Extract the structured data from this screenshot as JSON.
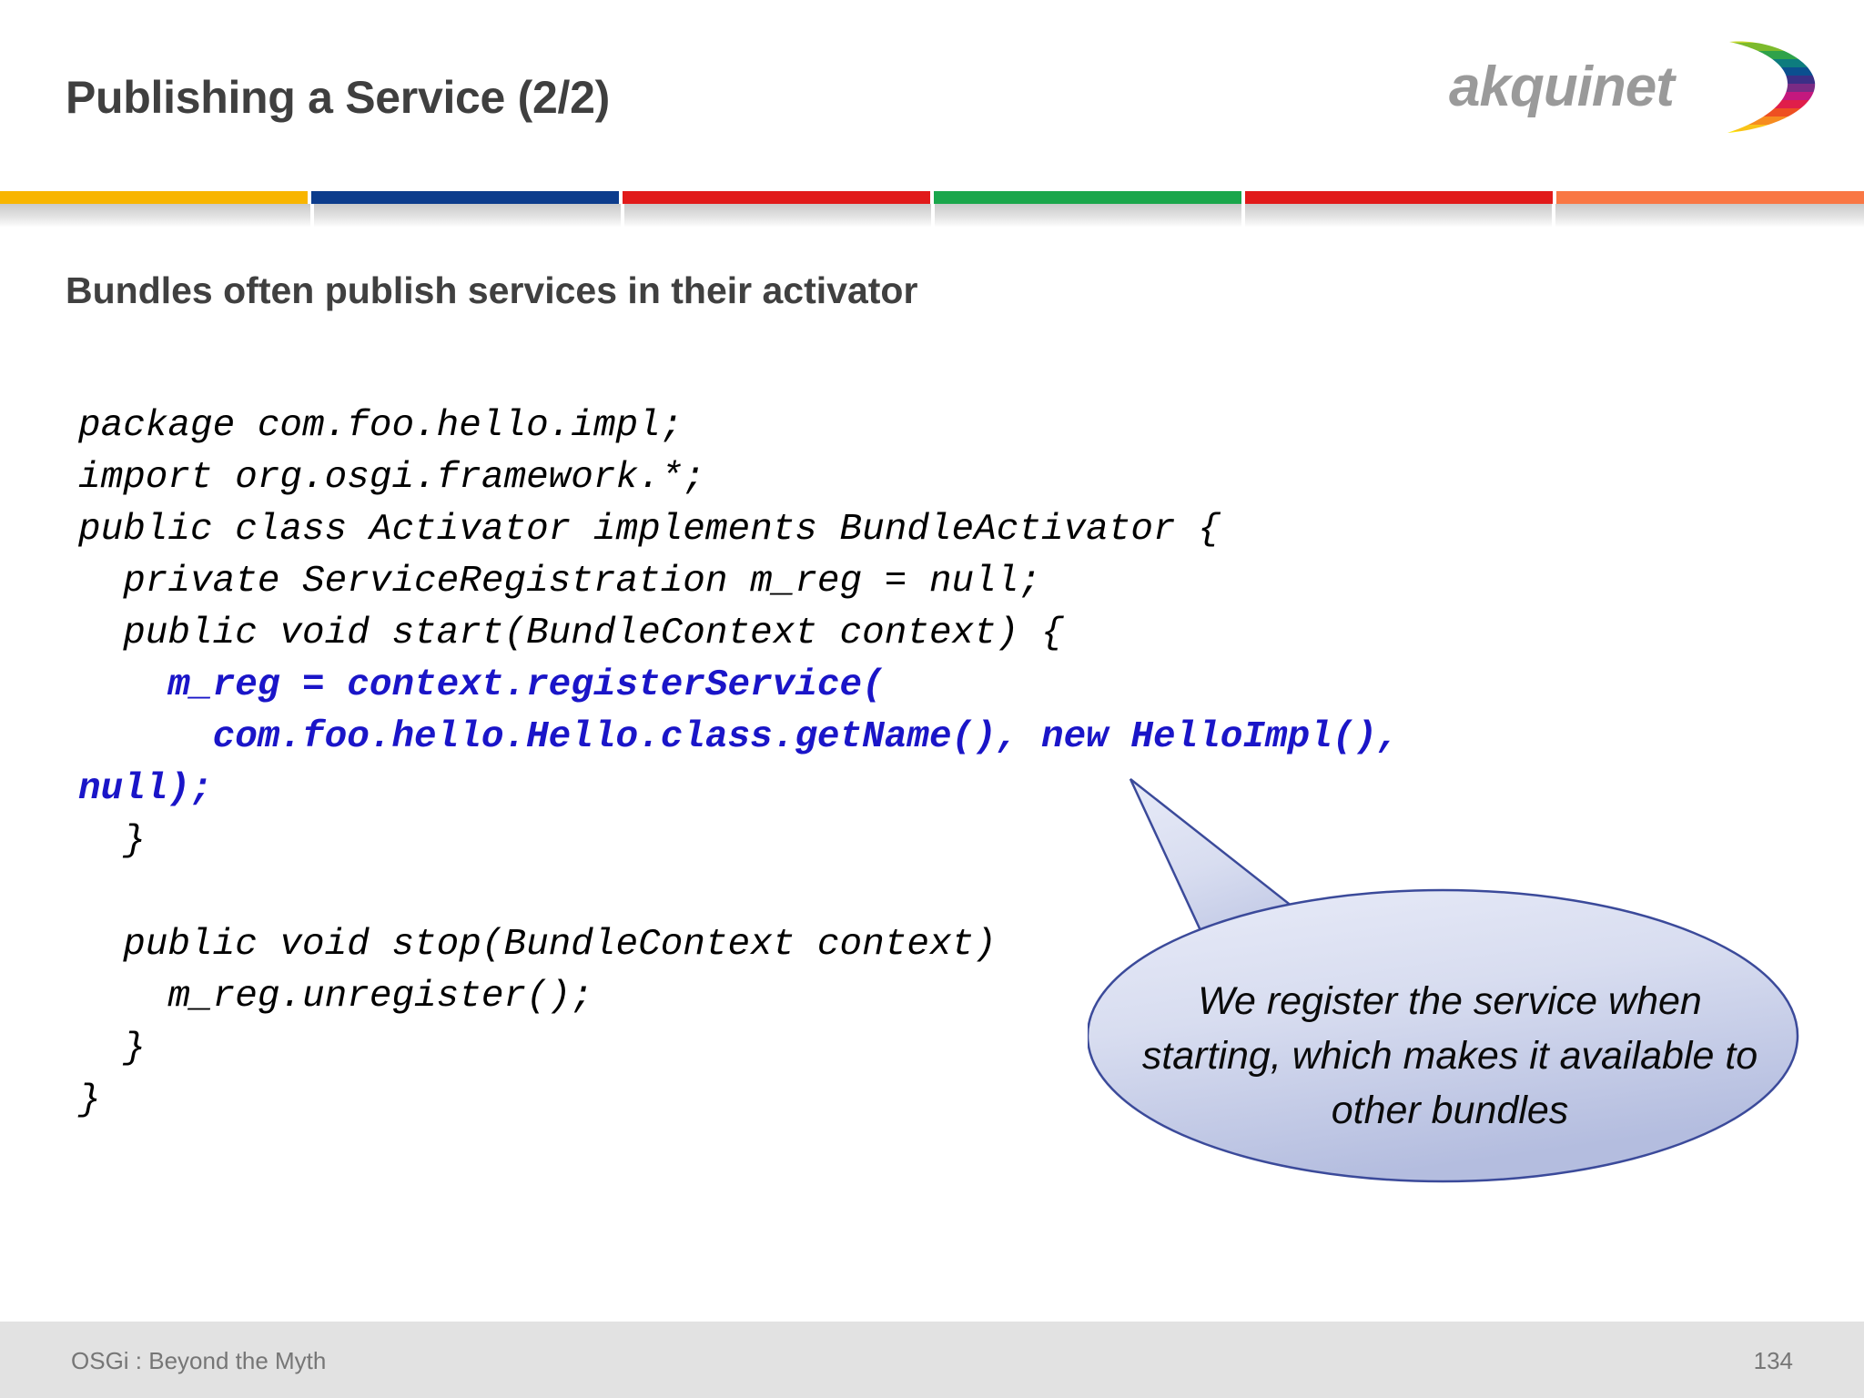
{
  "slide": {
    "title": "Publishing a Service (2/2)",
    "subheading": "Bundles often publish services in their activator"
  },
  "logo": {
    "wordmark": "akquinet",
    "wordmark_color": "#9a9a9a",
    "swoosh_colors": [
      "#c3d62b",
      "#5fb030",
      "#0f8c56",
      "#0d7c7e",
      "#0b4f8f",
      "#5b2d86",
      "#8e2b82",
      "#c4187e",
      "#e01e4a",
      "#ee4f22",
      "#f68b1f",
      "#f9c318",
      "#fbe40d"
    ]
  },
  "color_bar": [
    {
      "name": "segment-yellow",
      "color": "#f8b500",
      "flex": 342
    },
    {
      "name": "segment-blue",
      "color": "#0c3c8c",
      "flex": 342
    },
    {
      "name": "segment-red",
      "color": "#e11a1a",
      "flex": 342
    },
    {
      "name": "segment-green",
      "color": "#1aa64b",
      "flex": 342
    },
    {
      "name": "segment-red-2",
      "color": "#e11a1a",
      "flex": 342
    },
    {
      "name": "segment-orange",
      "color": "#f97744",
      "flex": 342
    }
  ],
  "code": {
    "language": "java",
    "highlight_color": "#1a15c8",
    "lines": [
      {
        "text": "package com.foo.hello.impl;",
        "highlight": false
      },
      {
        "text": "import org.osgi.framework.*;",
        "highlight": false
      },
      {
        "text": "public class Activator implements BundleActivator {",
        "highlight": false
      },
      {
        "text": "  private ServiceRegistration m_reg = null;",
        "highlight": false
      },
      {
        "text": "  public void start(BundleContext context) {",
        "highlight": false
      },
      {
        "text": "    m_reg = context.registerService(",
        "highlight": true
      },
      {
        "text": "      com.foo.hello.Hello.class.getName(), new HelloImpl(),",
        "highlight": true
      },
      {
        "text": "null);",
        "highlight": true
      },
      {
        "text": "  }",
        "highlight": false
      },
      {
        "text": "",
        "highlight": false
      },
      {
        "text": "  public void stop(BundleContext context)",
        "highlight": false
      },
      {
        "text": "    m_reg.unregister();",
        "highlight": false
      },
      {
        "text": "  }",
        "highlight": false
      },
      {
        "text": "}",
        "highlight": false
      }
    ]
  },
  "callout": {
    "text": "We register the service when starting, which makes it available to other bundles",
    "fill_start": "#e3e7f6",
    "fill_end": "#b8c0e2",
    "stroke": "#3b4a9a"
  },
  "footer": {
    "left": "OSGi : Beyond the Myth",
    "page": "134"
  }
}
